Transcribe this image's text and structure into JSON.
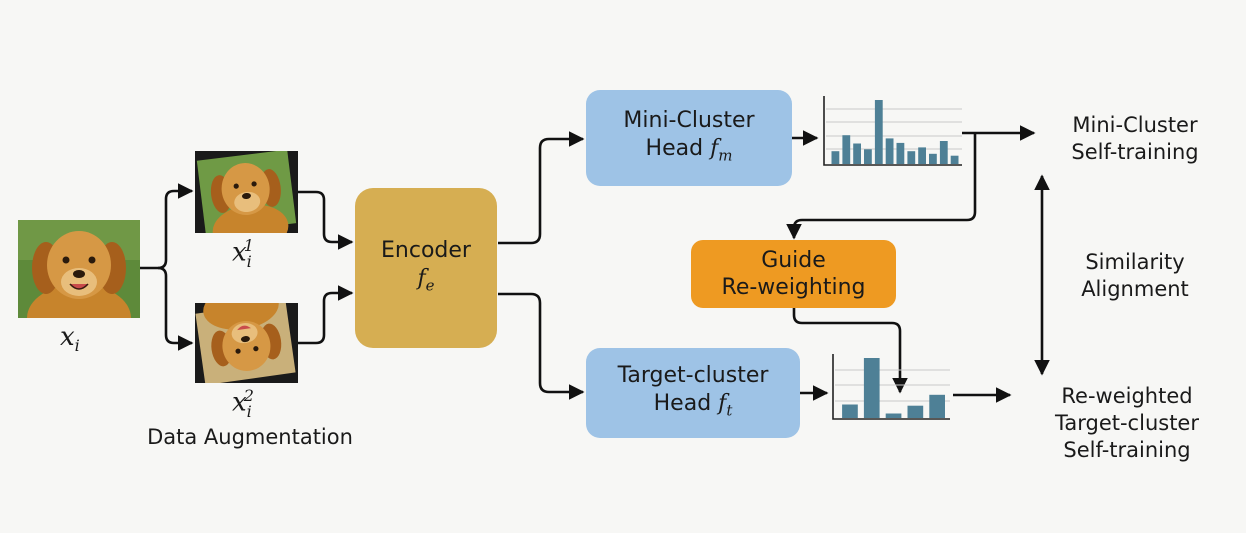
{
  "colors": {
    "background": "#f7f7f5",
    "encoder": "#d6ae52",
    "head": "#9ec3e6",
    "guide": "#ee9a22",
    "bars": "#4e8096",
    "arrow": "#111111"
  },
  "inputs": {
    "original_label": "x",
    "original_sub": "i",
    "aug1_label": "x",
    "aug1_sub": "i",
    "aug1_sup": "1",
    "aug2_label": "x",
    "aug2_sub": "i",
    "aug2_sup": "2",
    "section_label": "Data Augmentation"
  },
  "encoder": {
    "title": "Encoder",
    "symbol": "f",
    "symbol_sub": "e"
  },
  "mini_head": {
    "line1": "Mini-Cluster",
    "line2": "Head",
    "symbol": "f",
    "symbol_sub": "m"
  },
  "target_head": {
    "line1": "Target-cluster",
    "line2": "Head",
    "symbol": "f",
    "symbol_sub": "t"
  },
  "guide": {
    "line1": "Guide",
    "line2": "Re-weighting"
  },
  "outputs": {
    "mini_line1": "Mini-Cluster",
    "mini_line2": "Self-training",
    "sim_line1": "Similarity",
    "sim_line2": "Alignment",
    "target_line1": "Re-weighted",
    "target_line2": "Target-cluster",
    "target_line3": "Self-training"
  },
  "icons": {
    "original": "dog-photo",
    "aug1": "dog-photo-rotated",
    "aug2": "dog-photo-flipped"
  },
  "chart_data": [
    {
      "type": "bar",
      "values": [
        2.0,
        4.5,
        3.2,
        2.3,
        10.0,
        4.0,
        3.3,
        2.0,
        2.6,
        1.6,
        3.6,
        1.3
      ]
    },
    {
      "type": "bar",
      "values": [
        2.1,
        9.3,
        0.7,
        1.9,
        3.6
      ]
    }
  ]
}
